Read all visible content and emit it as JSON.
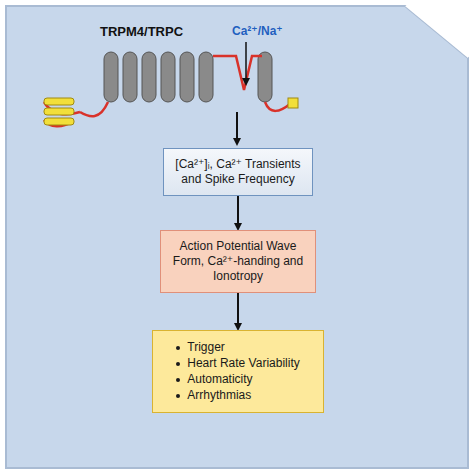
{
  "diagram": {
    "title": "TRPM4/TRPC",
    "nodes": [
      {
        "text": [
          "[Ca²⁺]ᵢ, Ca²⁺ Transients and Spike Frequency"
        ]
      },
      {
        "text": [
          "Action Potential Wave Form, Ca²⁺-handing and Ionotropy"
        ]
      },
      {
        "text": [
          "Trigger",
          "Heart Rate Variability",
          "Automaticity",
          "Arrhythmias"
        ]
      }
    ],
    "edges": [
      {
        "from": 0,
        "to": 1,
        "arrow": "to"
      },
      {
        "from": 1,
        "to": 2,
        "arrow": "to"
      }
    ],
    "labels": [
      "Ca²⁺/Na⁺"
    ]
  }
}
